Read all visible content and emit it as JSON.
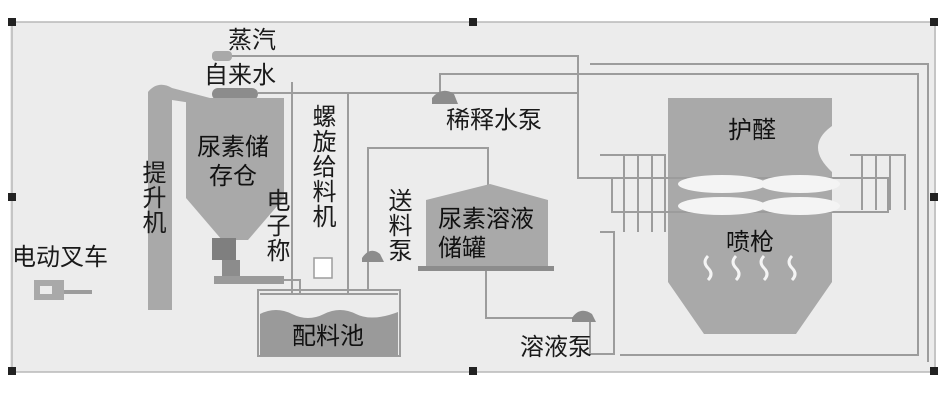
{
  "labels": {
    "steam": "蒸汽",
    "tap_water": "自来水",
    "dilution_pump": "稀释水泵",
    "wall_protection": "护醛",
    "urea_silo": "尿素储存仓",
    "elevator": "提升机",
    "screw_feeder": "螺旋给料机",
    "electronic_scale": "电子称",
    "feed_pump": "送料泵",
    "urea_tank": "尿素溶液储罐",
    "spray_gun": "喷枪",
    "forklift": "电动叉车",
    "mixing_tank": "配料池",
    "solution_pump": "溶液泵"
  },
  "colors": {
    "background": "#ececec",
    "equipment": "#a9a9a9",
    "equipment_dark": "#8c8c8c",
    "pipe": "#9c9c9c",
    "frame": "#b8b8b8",
    "frame_handle": "#222222"
  }
}
